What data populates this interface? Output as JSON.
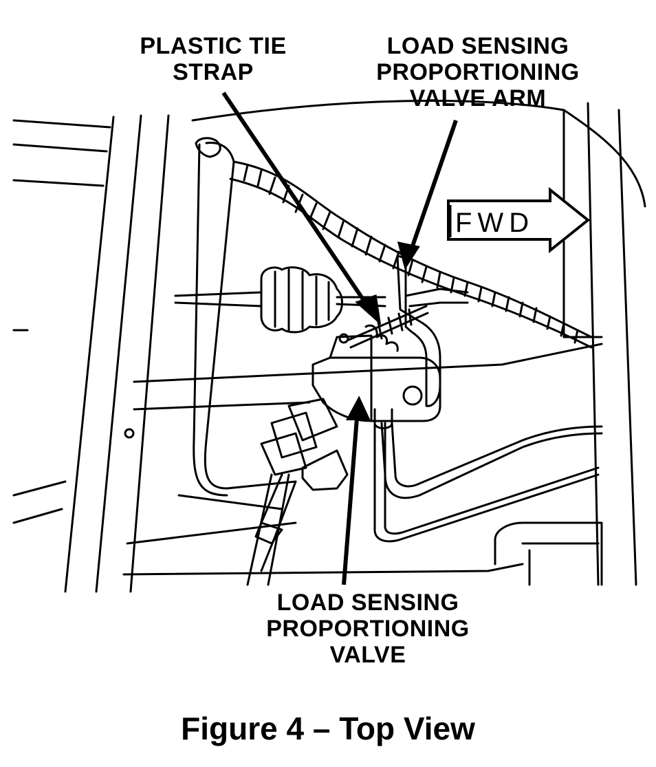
{
  "labels": {
    "plastic_tie_strap": [
      "PLASTIC TIE",
      "STRAP"
    ],
    "valve_arm": [
      "LOAD SENSING",
      "PROPORTIONING",
      "VALVE ARM"
    ],
    "valve": [
      "LOAD SENSING",
      "PROPORTIONING",
      "VALVE"
    ]
  },
  "direction_arrow": {
    "text": "FWD"
  },
  "caption": "Figure 4 – Top View",
  "colors": {
    "ink": "#000000",
    "paper": "#ffffff"
  }
}
